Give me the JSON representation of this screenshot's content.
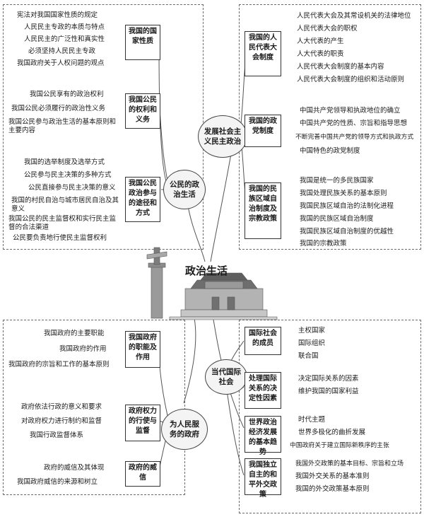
{
  "center": {
    "title": "政治生活"
  },
  "hubs": {
    "gov_citizen": "公民的政治生活",
    "system": "发展社会主义民主政治",
    "government": "为人民服务的政府",
    "intl": "当代国际社会"
  },
  "left_top": {
    "groups": [
      {
        "title": "我国的国家性质",
        "items": [
          "宪法对我国国家性质的规定",
          "人民民主专政的本质与特点",
          "人民民主的广泛性和真实性",
          "必须坚持人民民主专政",
          "我国政府关于人权问题的观点"
        ]
      },
      {
        "title": "我国公民的权利和义务",
        "items": [
          "我国公民享有的政治权利",
          "我国公民必须履行的政治性义务",
          "我国公民参与政治生活的基本原则和主要内容"
        ]
      },
      {
        "title": "我国公民政治参与的途径和方式",
        "items": [
          "我国的选举制度及选举方式",
          "公民参与民主决策的多种方式",
          "公民直接参与民主决策的意义",
          "我国的村民自治与城市居民自治及其意义",
          "我国公民的民主监督权和实行民主监督的合法渠道",
          "公民要负责地行使民主监督权利"
        ]
      }
    ]
  },
  "right_top": {
    "groups": [
      {
        "title": "我国的人民代表大会制度",
        "items": [
          "人民代表大会及其常设机关的法律地位",
          "人民代表大会的职权",
          "人大代表的产生",
          "人大代表的职责",
          "人民代表大会制度的基本内容",
          "人民代表大会制度的组织和活动原则"
        ]
      },
      {
        "title": "我国的政党制度",
        "items": [
          "中国共产党领导和执政地位的确立",
          "中国共产党的性质、宗旨和指导思想",
          "不断完善中国共产党的领导方式和执政方式",
          "中国特色的政党制度"
        ]
      },
      {
        "title": "我国的民族区域自治制度及宗教政策",
        "items": [
          "我国是统一的多民族国家",
          "我国处理民族关系的基本原则",
          "我国民族区域自治的法制化进程",
          "我国的民族区域自治制度",
          "我国民族区域自治制度的优越性",
          "我国的宗教政策"
        ]
      }
    ]
  },
  "left_bottom": {
    "groups": [
      {
        "title": "我国政府的职能及作用",
        "items": [
          "我国政府的主要职能",
          "我国政府的作用",
          "我国政府的宗旨和工作的基本原则"
        ]
      },
      {
        "title": "政府权力的行使与监督",
        "items": [
          "政府依法行政的意义和要求",
          "对政府权力进行制约和监督",
          "我国行政监督体系"
        ]
      },
      {
        "title": "政府的威信",
        "items": [
          "政府的威信及其体现",
          "我国政府威信的来源和树立"
        ]
      }
    ]
  },
  "right_bottom": {
    "groups": [
      {
        "title": "国际社会的成员",
        "items": [
          "主权国家",
          "国际组织",
          "联合国"
        ]
      },
      {
        "title": "处理国际关系的决定性因素",
        "items": [
          "决定国际关系的因素",
          "维护我国的国家利益"
        ]
      },
      {
        "title": "世界政治经济发展的基本趋势",
        "items": [
          "时代主题",
          "世界多极化的曲折发展",
          "中国政府关于建立国际新秩序的主张"
        ]
      },
      {
        "title": "我国独立自主的和平外交政策",
        "items": [
          "我国外交政策的基本目标、宗旨和立场",
          "我国外交关系的基本准则",
          "我国的外交政策基本原则"
        ]
      }
    ]
  }
}
